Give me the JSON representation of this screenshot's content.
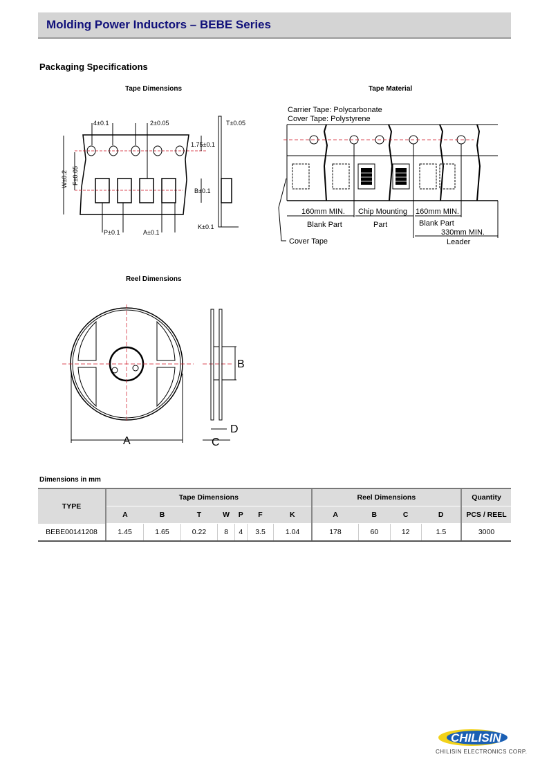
{
  "header": {
    "title": "Molding Power Inductors – BEBE Series"
  },
  "section_title": "Packaging Specifications",
  "tape_dimensions": {
    "caption": "Tape Dimensions",
    "labels": {
      "p0": "4±0.1",
      "p2": "2±0.05",
      "t": "T±0.05",
      "e": "1.75±0.1",
      "w": "W±0.2",
      "f": "F±0.05",
      "b": "B±0.1",
      "p": "P±0.1",
      "a": "A±0.1",
      "k": "K±0.1"
    }
  },
  "tape_material": {
    "caption": "Tape Material",
    "carrier": "Carrier Tape: Polycarbonate",
    "cover": "Cover Tape: Polystyrene",
    "min1": "160mm MIN.",
    "blank1": "Blank Part",
    "chip": "Chip Mounting",
    "part": "Part",
    "min2": "160mm MIN.",
    "blank2": "Blank Part",
    "min3": "330mm MIN.",
    "leader": "Leader",
    "cover_tape": "Cover Tape"
  },
  "reel_dimensions": {
    "caption": "Reel Dimensions",
    "a": "A",
    "b": "B",
    "c": "C",
    "d": "D"
  },
  "table": {
    "caption": "Dimensions in mm",
    "type_header": "TYPE",
    "tape_header": "Tape Dimensions",
    "reel_header": "Reel Dimensions",
    "qty_header": "Quantity",
    "tape_cols": [
      "A",
      "B",
      "T",
      "W",
      "P",
      "F",
      "K"
    ],
    "reel_cols": [
      "A",
      "B",
      "C",
      "D"
    ],
    "qty_col": "PCS / REEL",
    "rows": [
      {
        "type": "BEBE00141208",
        "tape": [
          "1.45",
          "1.65",
          "0.22",
          "8",
          "4",
          "3.5",
          "1.04"
        ],
        "reel": [
          "178",
          "60",
          "12",
          "1.5"
        ],
        "qty": "3000"
      }
    ]
  },
  "logo": {
    "brand": "CHILISIN",
    "company": "CHILISIN ELECTRONICS CORP."
  },
  "colors": {
    "title": "#10107a",
    "centerline": "#d01020",
    "logo_blue": "#1a5fb4",
    "logo_yellow": "#f2d21a"
  }
}
